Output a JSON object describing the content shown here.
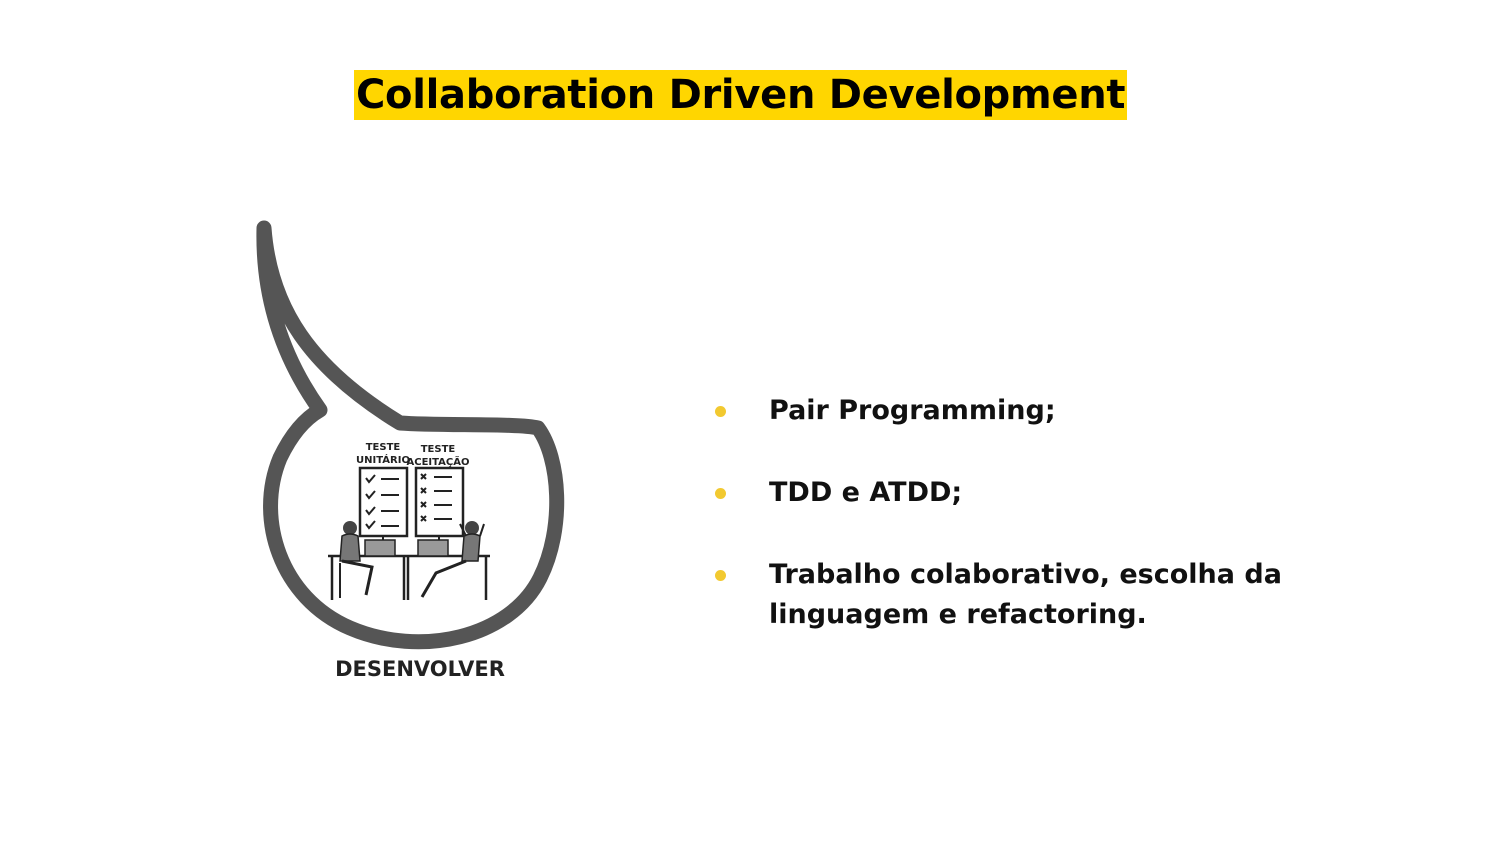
{
  "slide": {
    "title": "Collaboration Driven Development",
    "accent_color": "#ffd600",
    "bullet_color": "#f2c930"
  },
  "illustration": {
    "icon": "speech-bubble-developers-icon",
    "board_left_title_1": "TESTE",
    "board_left_title_2": "UNITÁRIO",
    "board_right_title_1": "TESTE",
    "board_right_title_2": "ACEITAÇÃO",
    "caption": "DESENVOLVER"
  },
  "bullets": [
    {
      "text": "Pair Programming;"
    },
    {
      "text": "TDD e ATDD;"
    },
    {
      "text": "Trabalho colaborativo, escolha da linguagem e refactoring."
    }
  ]
}
